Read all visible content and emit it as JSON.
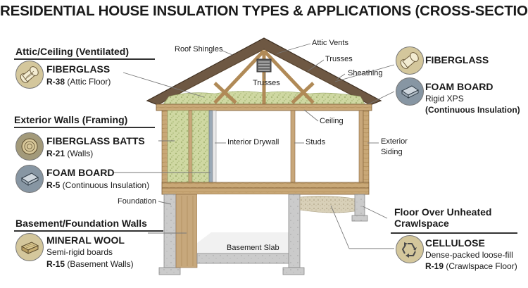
{
  "title": "RESIDENTIAL HOUSE INSULATION TYPES & APPLICATIONS (CROSS-SECTION)",
  "sections": {
    "attic": "Attic/Ceiling (Ventilated)",
    "walls": "Exterior Walls (Framing)",
    "basement": "Basement/Foundation Walls"
  },
  "left_materials": [
    {
      "name": "FIBERGLASS",
      "rvalue": "R-38",
      "detail": " (Attic Floor)",
      "icon": "fiberglass-roll-icon"
    },
    {
      "name": "FIBERGLASS BATTS",
      "rvalue": "R-21",
      "detail": " (Walls)",
      "icon": "batt-roll-icon"
    },
    {
      "name": "FOAM BOARD",
      "rvalue": "R-5",
      "detail": " (Continuous Insulation)",
      "icon": "foam-board-icon"
    },
    {
      "name": "MINERAL WOOL",
      "sub": "Semi-rigid boards",
      "rvalue": "R-15",
      "detail": " (Basement Walls)",
      "icon": "mineral-wool-icon"
    }
  ],
  "right_materials": {
    "fiberglass": {
      "name": "FIBERGLASS",
      "icon": "fiberglass-roll-icon"
    },
    "foam": {
      "name": "FOAM BOARD",
      "line1": "Rigid XPS",
      "line2": "(Continuous Insulation)",
      "icon": "foam-board-icon"
    },
    "crawlspace_title": [
      "Floor Over Unheated",
      "Crawlspace"
    ],
    "cellulose": {
      "name": "CELLULOSE",
      "sub": "Dense-packed loose-fill",
      "rvalue": "R-19",
      "detail": " (Crawlspace Floor)",
      "icon": "recycle-icon"
    }
  },
  "labels": {
    "roof_shingles": "Roof Shingles",
    "attic_vents": "Attic Vents",
    "trusses_top": "Trusses",
    "sheathing": "Sheathing",
    "trusses_mid": "Trusses",
    "ceiling": "Ceiling",
    "interior_drywall": "Interior Drywall",
    "studs": "Studs",
    "exterior": "Exterior",
    "siding": "Siding",
    "foundation": "Foundation",
    "basement_slab": "Basement Slab"
  },
  "colors": {
    "insulation": "#c9d59a",
    "wood": "#c8a77a",
    "wood_dark": "#8a6a45",
    "concrete": "#c9c9c9",
    "roof": "#6e5843",
    "badge_tan": "#d4c79c",
    "badge_blue": "#8796a3"
  }
}
